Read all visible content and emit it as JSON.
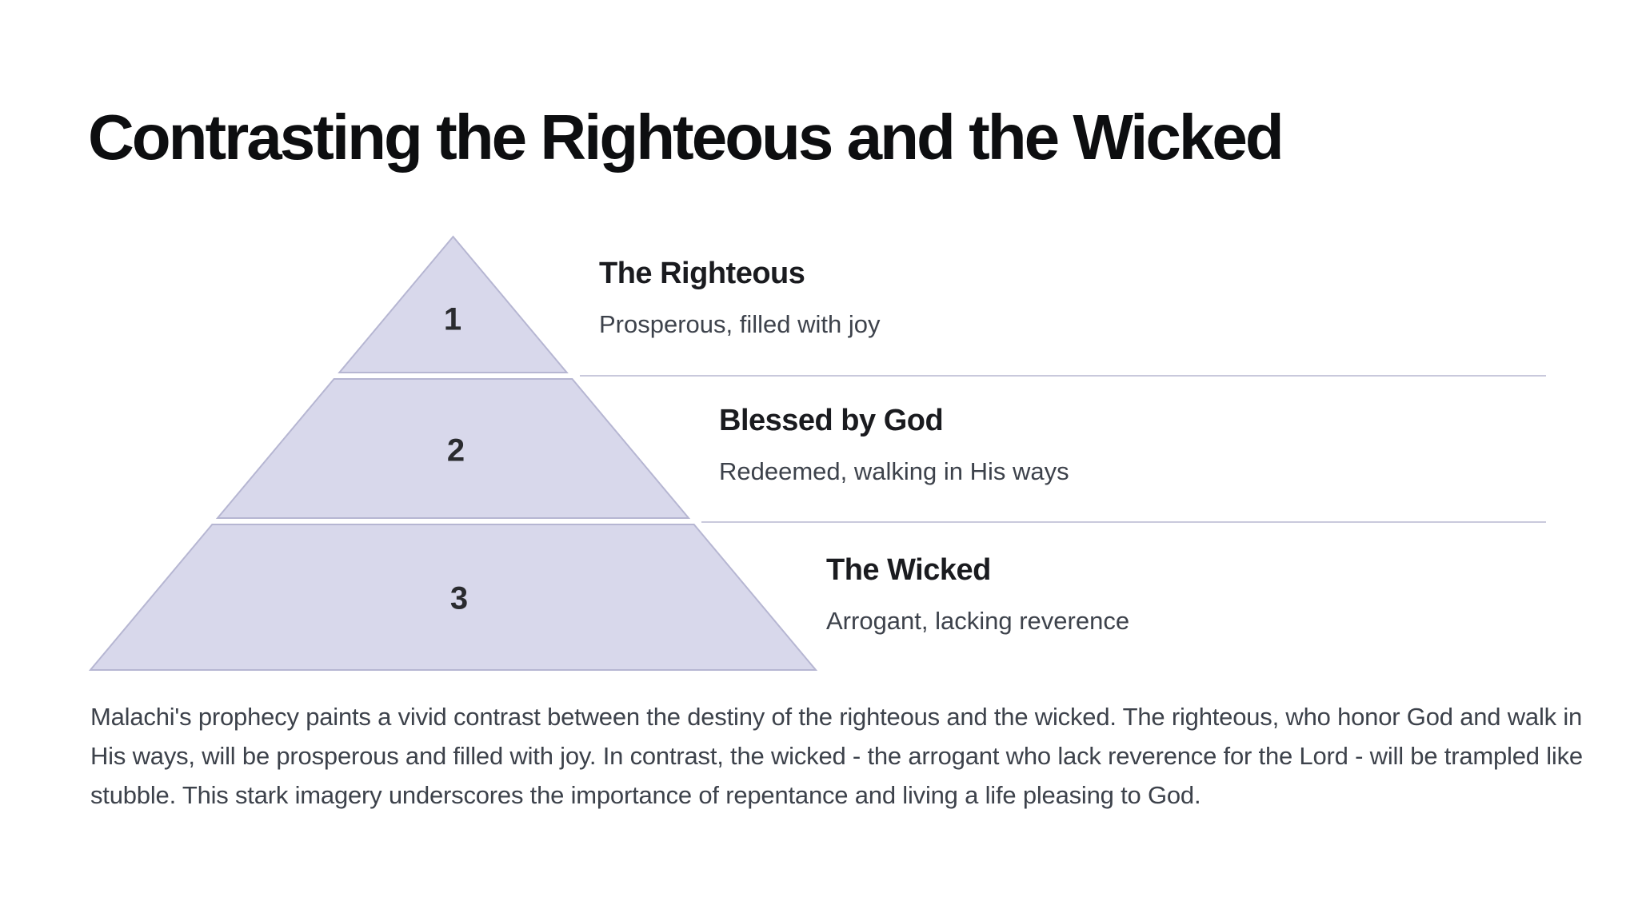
{
  "slide": {
    "title": "Contrasting the Righteous and the Wicked"
  },
  "pyramid": {
    "fill_color": "#d8d8eb",
    "border_color": "#b6b6d2",
    "divider_color": "#c9c9dc",
    "number_color": "#2a2b2f",
    "tiers": [
      {
        "number": "1",
        "title": "The Righteous",
        "description": "Prosperous, filled with joy"
      },
      {
        "number": "2",
        "title": "Blessed by God",
        "description": "Redeemed, walking in His ways"
      },
      {
        "number": "3",
        "title": "The Wicked",
        "description": "Arrogant, lacking reverence"
      }
    ]
  },
  "text_colors": {
    "title_color": "#0d0e10",
    "heading_color": "#1a1b1f",
    "body_color": "#3d424b"
  },
  "summary": {
    "text": "Malachi's prophecy paints a vivid contrast between the destiny of the righteous and the wicked. The righteous, who honor God and walk in His ways, will be prosperous and filled with joy. In contrast, the wicked - the arrogant who lack reverence for the Lord - will be trampled like stubble. This stark imagery underscores the importance of repentance and living a life pleasing to God."
  }
}
